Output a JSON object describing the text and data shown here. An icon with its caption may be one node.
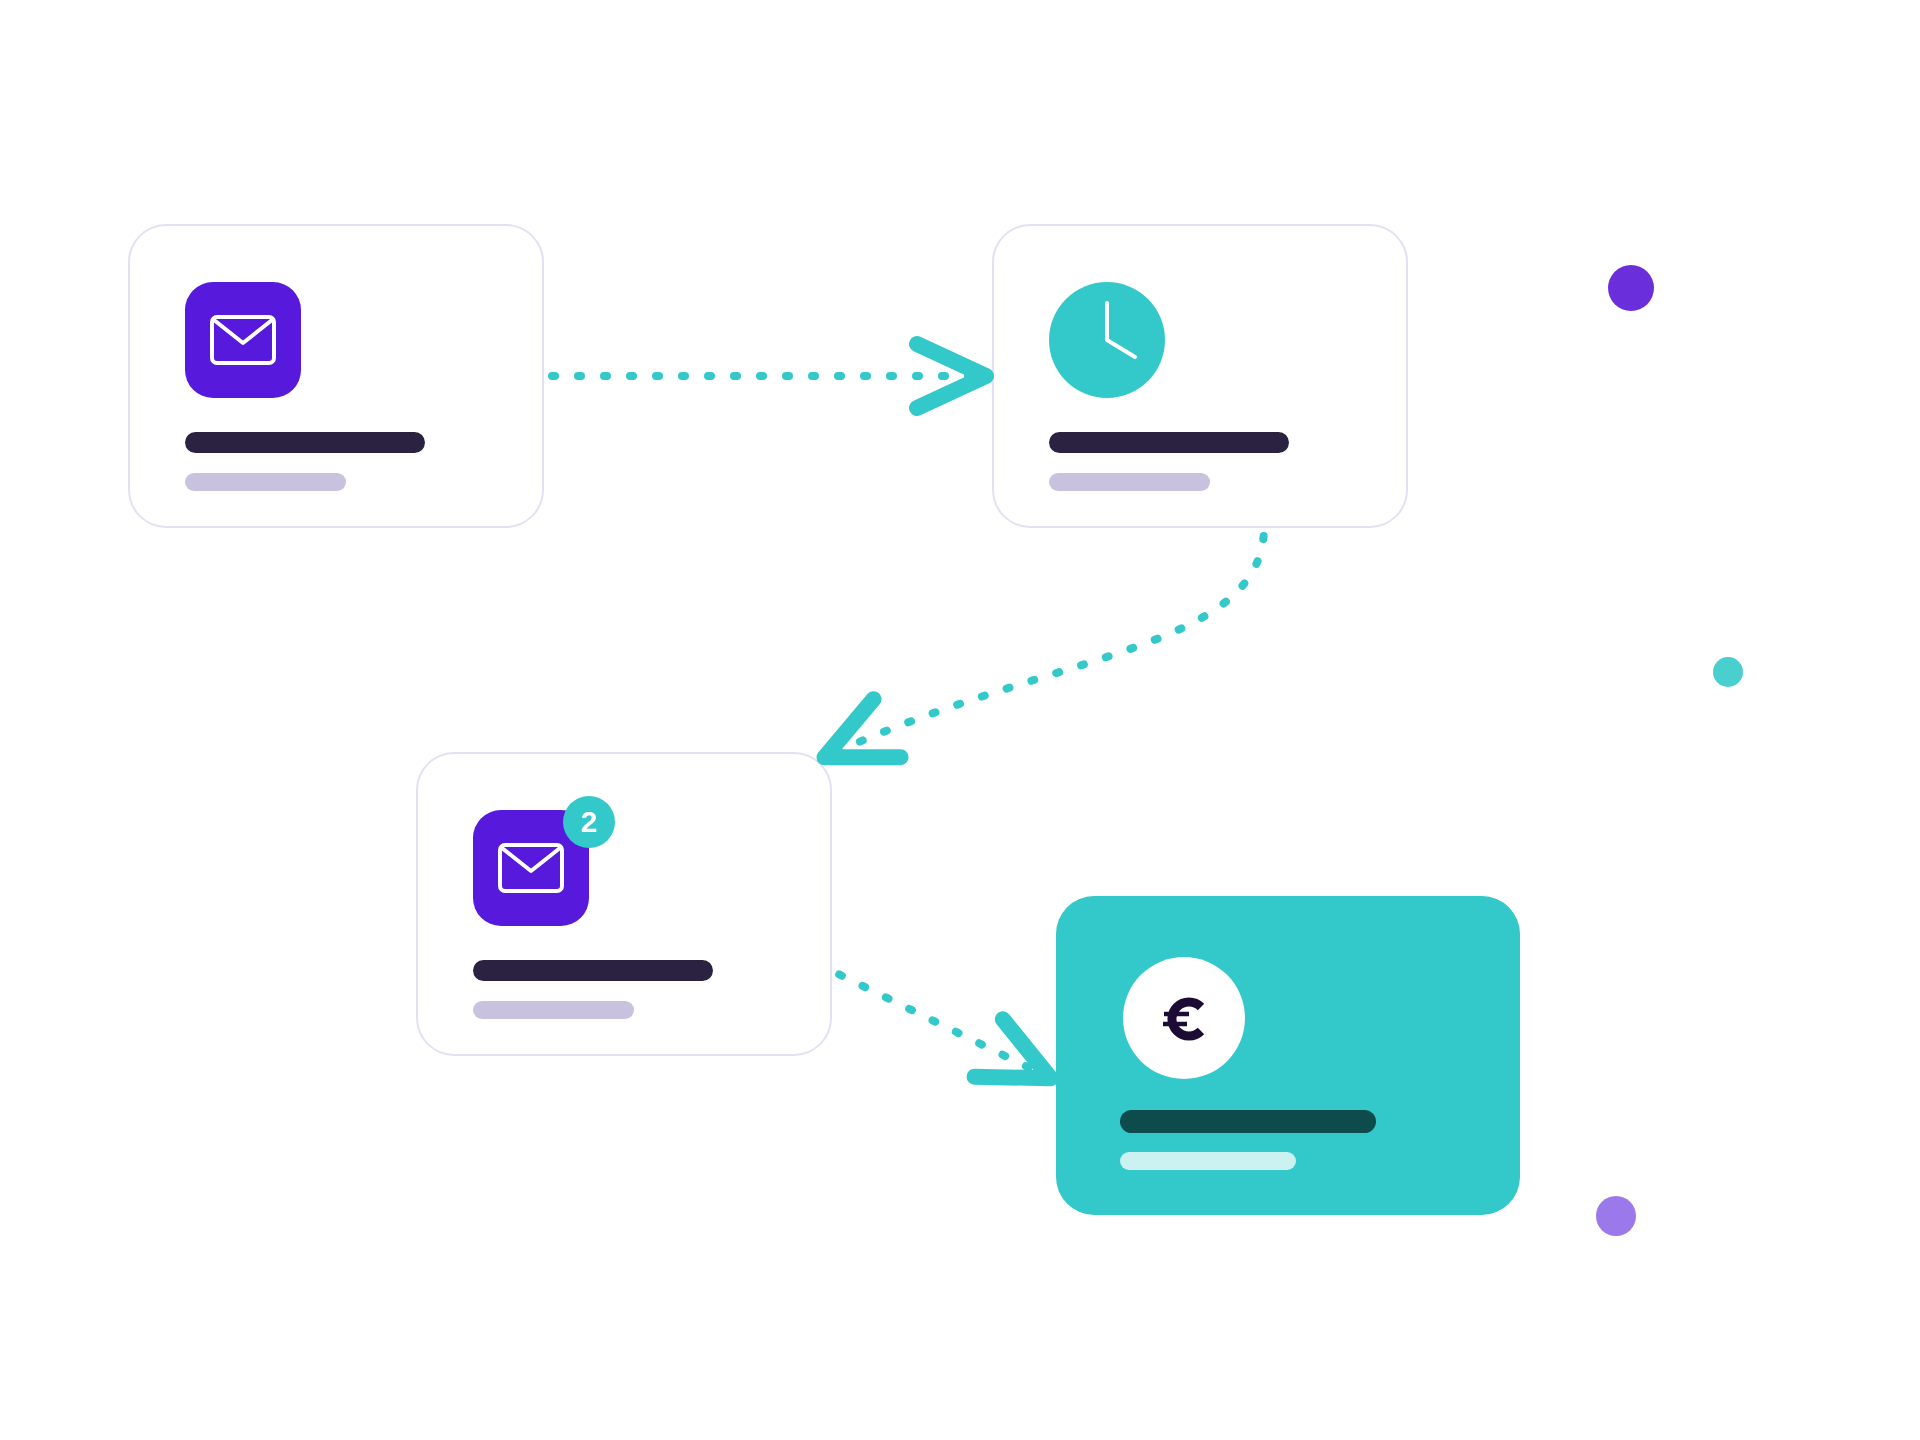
{
  "diagram": {
    "nodes": [
      {
        "text": [],
        "shape": "box"
      },
      {
        "text": [],
        "shape": "box"
      },
      {
        "text": [],
        "shape": "box"
      },
      {
        "text": [
          "2"
        ],
        "in": 2
      },
      {
        "text": [],
        "shape": "box"
      }
    ],
    "edges": [
      {
        "from": 0,
        "to": 1,
        "arrow": "to"
      },
      {
        "from": 1,
        "to": 2,
        "arrow": "to"
      },
      {
        "from": 2,
        "to": 4,
        "arrow": "to"
      }
    ]
  }
}
